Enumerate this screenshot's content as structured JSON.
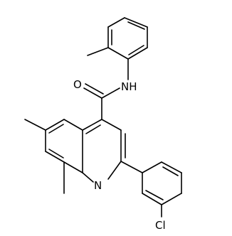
{
  "molecule": {
    "atoms": {
      "oxygen": "O",
      "amide_nitrogen": "NH",
      "ring_nitrogen": "N",
      "chlorine": "Cl"
    }
  },
  "colors": {
    "bond": "#000000",
    "label": "#000000",
    "background": "#ffffff"
  }
}
